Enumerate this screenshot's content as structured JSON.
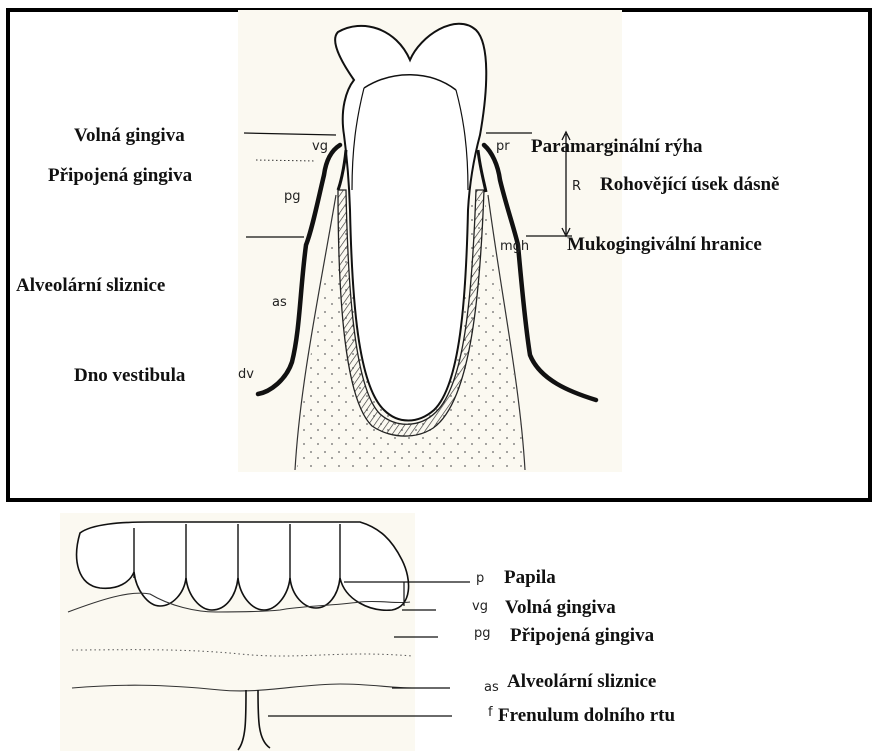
{
  "top_figure": {
    "labels_left": {
      "volna_gingiva": "Volná gingiva",
      "pripojena_gingiva": "Připojená gingiva",
      "alveolarni_sliznice": "Alveolární sliznice",
      "dno_vestibula": "Dno vestibula"
    },
    "labels_right": {
      "paramarginalni_ryha": "Paramarginální rýha",
      "rohovejici_usek": "Rohovějící úsek dásně",
      "mukogingivalni_hranice": "Mukogingivální hranice"
    },
    "abbreviations": {
      "vg": "vg",
      "pg": "pg",
      "as": "as",
      "dv": "dv",
      "pr": "pr",
      "R": "R",
      "mgh": "mgh"
    }
  },
  "bottom_figure": {
    "labels": {
      "papila": "Papila",
      "volna_gingiva": "Volná gingiva",
      "pripojena_gingiva": "Připojená gingiva",
      "alveolarni_sliznice": "Alveolární sliznice",
      "frenulum": "Frenulum dolního rtu"
    },
    "abbreviations": {
      "p": "p",
      "vg": "vg",
      "pg": "pg",
      "as": "as",
      "f": "f"
    }
  }
}
